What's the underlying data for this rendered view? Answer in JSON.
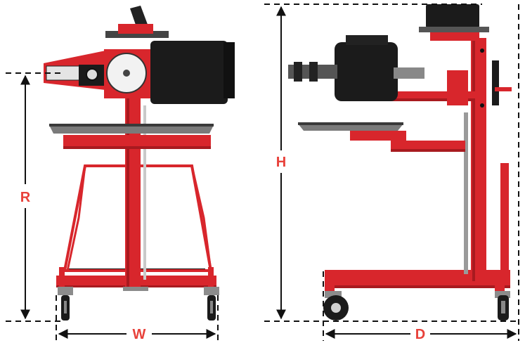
{
  "dimensions": {
    "R": "R",
    "W": "W",
    "H": "H",
    "D": "D"
  },
  "colors": {
    "frame_red": "#d8262c",
    "frame_dark_red": "#a81a1f",
    "label_red": "#e8413a",
    "motor_black": "#1b1b1b",
    "steel_grey": "#9a9a9a",
    "line_black": "#111111"
  }
}
